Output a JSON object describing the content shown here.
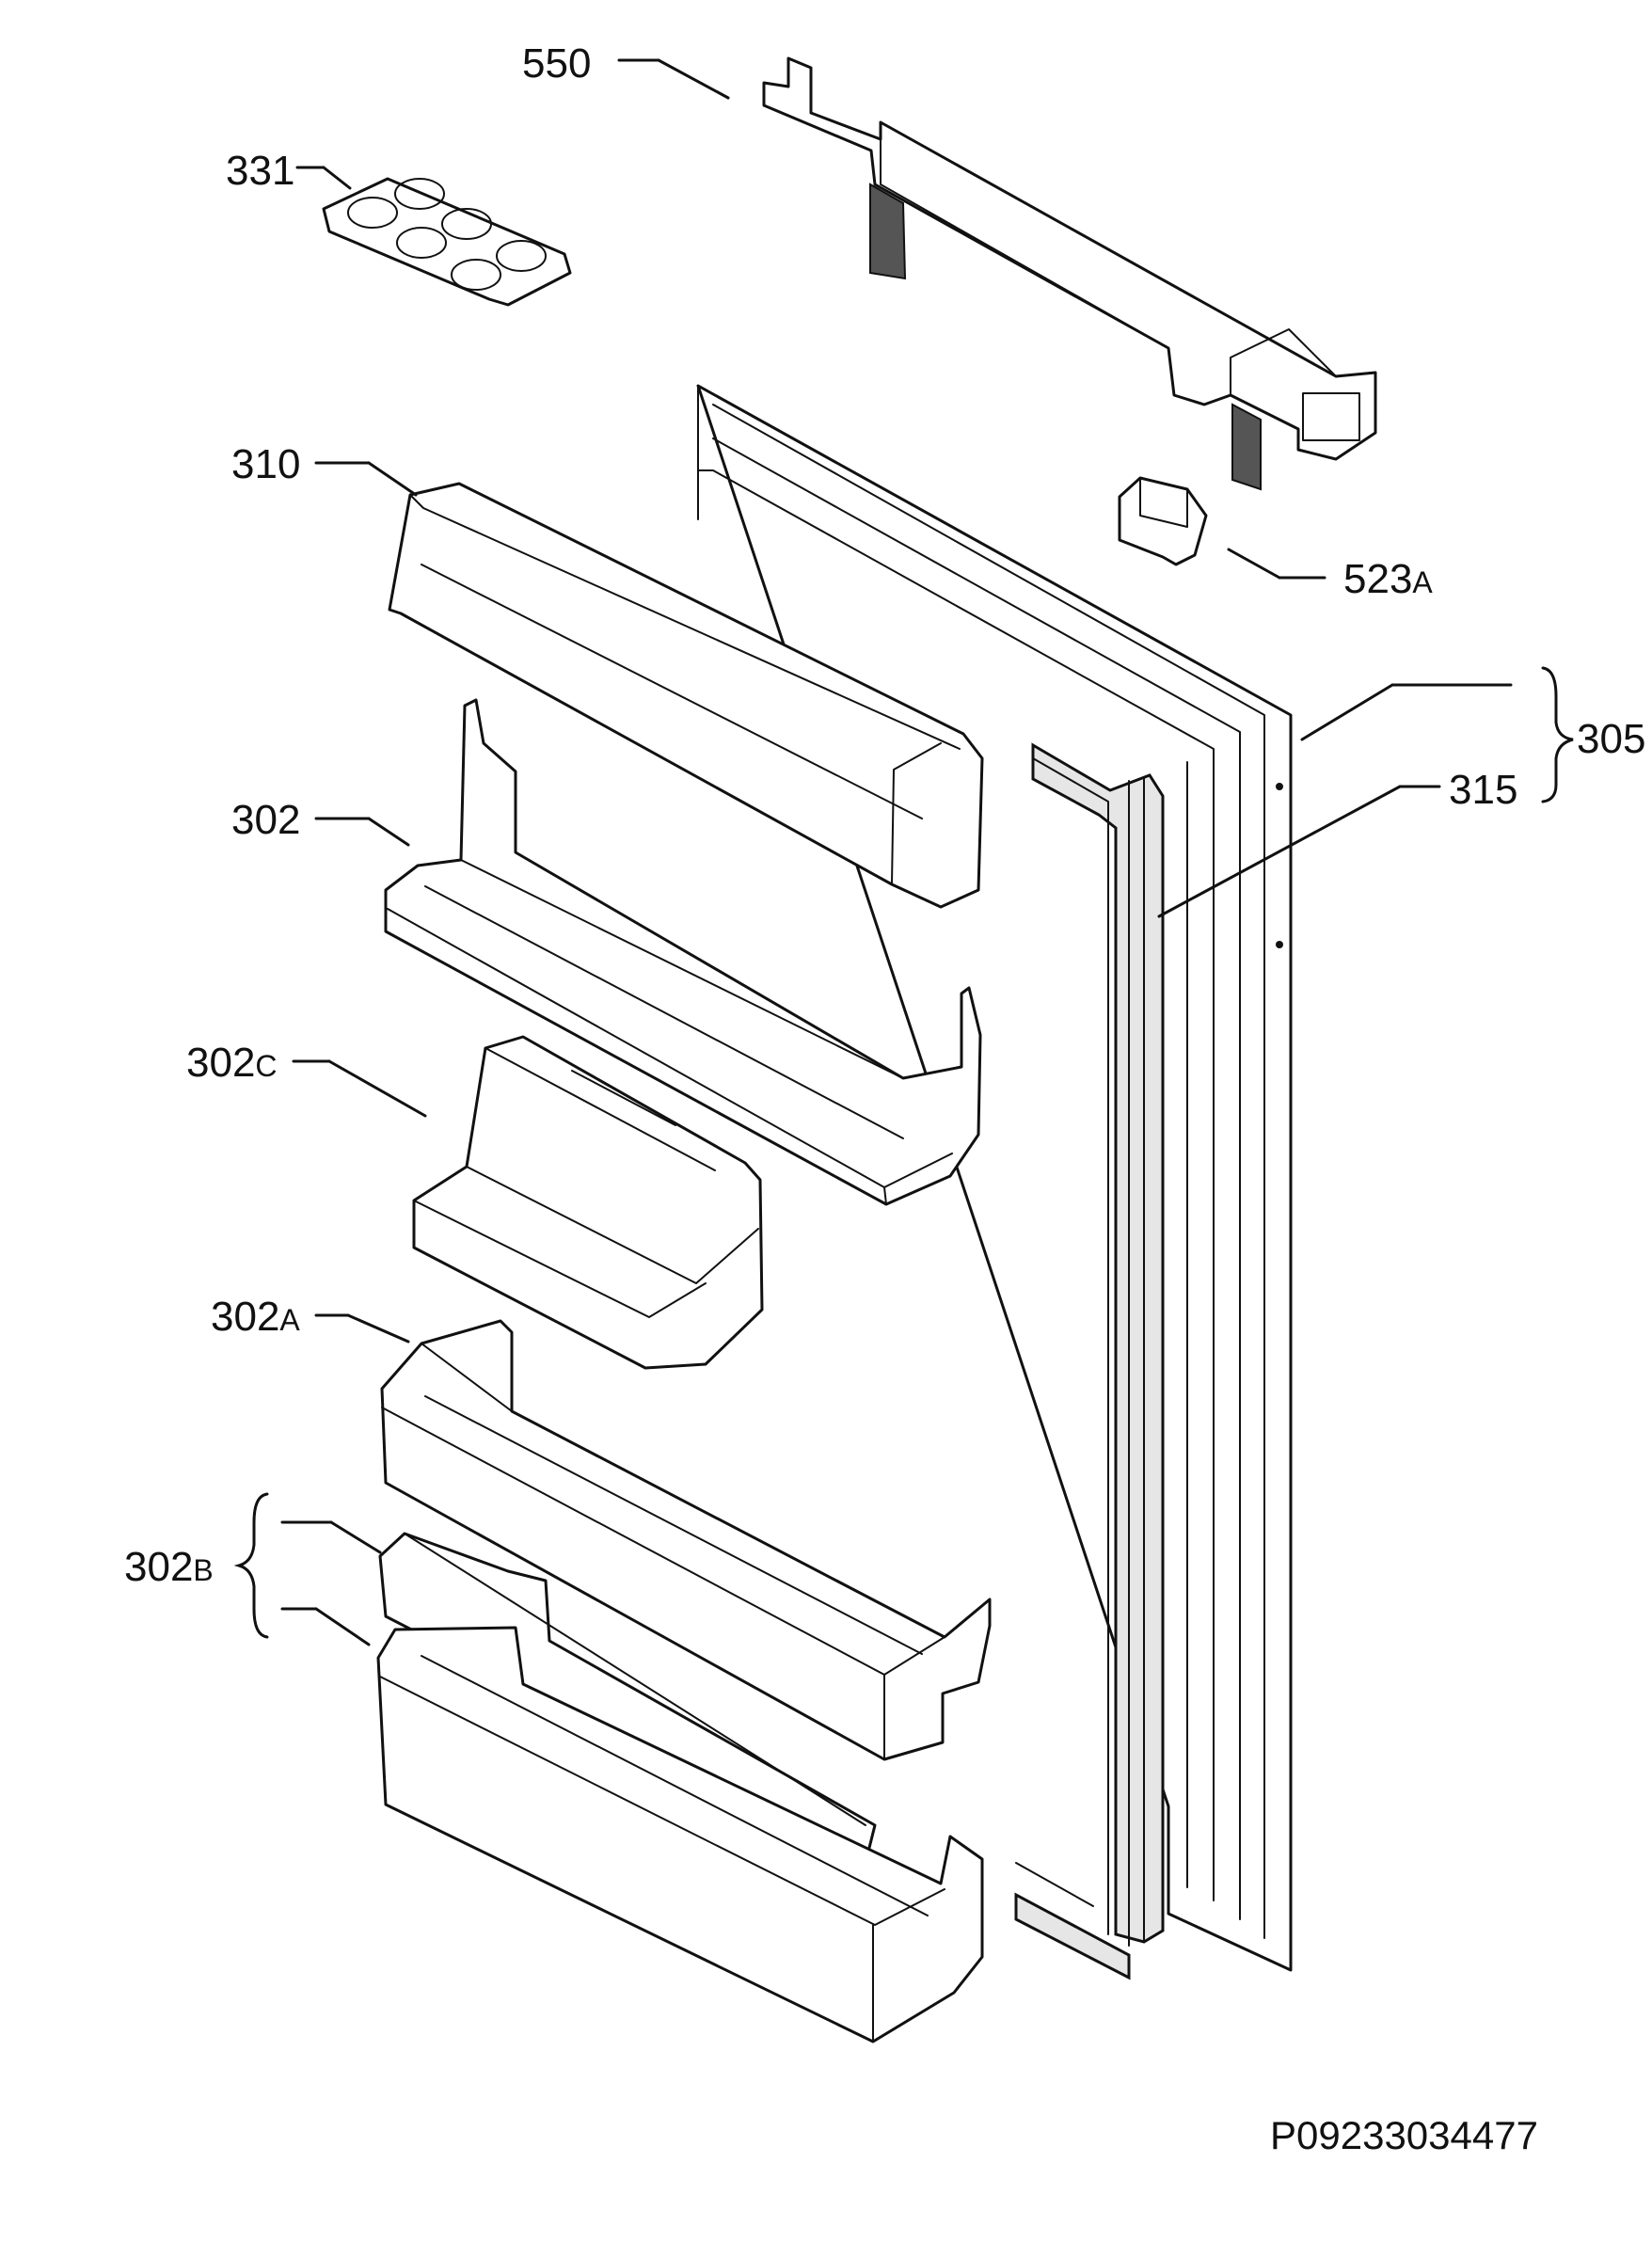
{
  "labels": {
    "p550": {
      "num": "550",
      "suffix": ""
    },
    "p331": {
      "num": "331",
      "suffix": ""
    },
    "p310": {
      "num": "310",
      "suffix": ""
    },
    "p523a": {
      "num": "523",
      "suffix": "A"
    },
    "p305": {
      "num": "305",
      "suffix": ""
    },
    "p315": {
      "num": "315",
      "suffix": ""
    },
    "p302": {
      "num": "302",
      "suffix": ""
    },
    "p302c": {
      "num": "302",
      "suffix": "C"
    },
    "p302a": {
      "num": "302",
      "suffix": "A"
    },
    "p302b": {
      "num": "302",
      "suffix": "B"
    }
  },
  "reference_code": "P09233034477"
}
